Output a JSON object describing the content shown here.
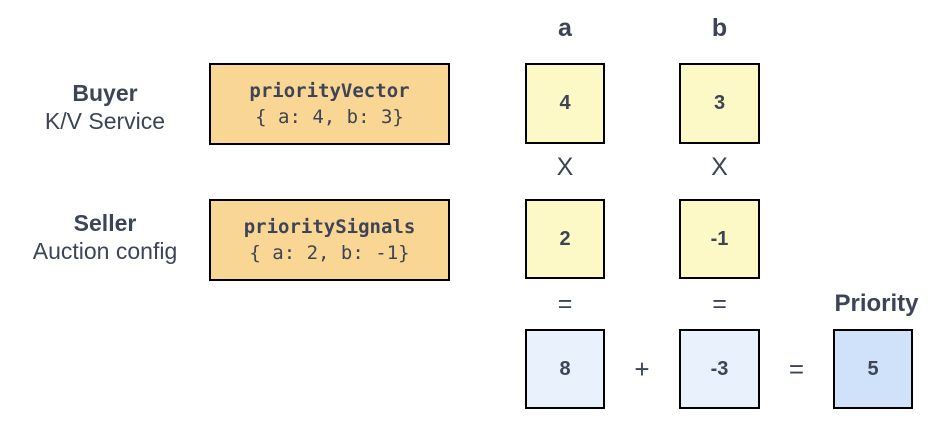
{
  "columns": [
    {
      "label": "a"
    },
    {
      "label": "b"
    }
  ],
  "buyer": {
    "title": "Buyer",
    "subtitle": "K/V Service",
    "code_name": "priorityVector",
    "code_value": "{ a: 4, b: 3}",
    "values": [
      "4",
      "3"
    ]
  },
  "seller": {
    "title": "Seller",
    "subtitle": "Auction config",
    "code_name": "prioritySignals",
    "code_value": "{ a: 2, b: -1}",
    "values": [
      "2",
      "-1"
    ]
  },
  "operators": {
    "multiply": "X",
    "equals": "=",
    "plus": "+"
  },
  "result": {
    "products": [
      "8",
      "-3"
    ],
    "label": "Priority",
    "value": "5"
  },
  "colors": {
    "code_box_fill": "#FAD694",
    "value_box_fill": "#FCF9C6",
    "product_box_fill": "#E9F1FC",
    "priority_box_fill": "#CFE2FA",
    "border": "#000000",
    "text": "#3D4455"
  }
}
